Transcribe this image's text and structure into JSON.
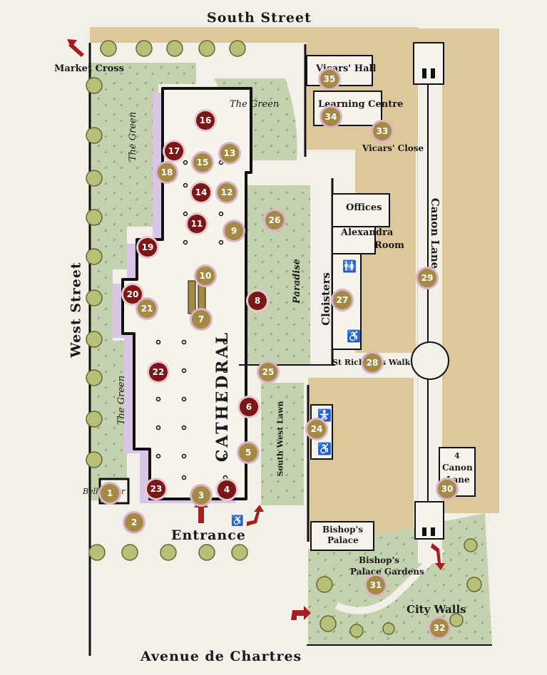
{
  "map": {
    "streets": {
      "north": "South Street",
      "west": "West Street",
      "south": "Avenue de Chartres",
      "east": "Canon Lane"
    },
    "labels": {
      "market_cross": "Market Cross",
      "green_west_upper": "The Green",
      "green_west_lower": "The Green",
      "green_north": "The Green",
      "vicars_hall": "Vicars' Hall",
      "learning_centre": "Learning Centre",
      "vicars_close": "Vicars' Close",
      "offices": "Offices",
      "alexandra_room_1": "Alexandra",
      "alexandra_room_2": "Room",
      "paradise": "Paradise",
      "cloisters": "Cloisters",
      "cathedral": "CATHEDRAL",
      "south_west_lawn": "South West Lawn",
      "st_richards_walk": "St Richard's Walk",
      "bell_tower": "Bell Tower",
      "entrance": "Entrance",
      "bishops_palace_1": "Bishop's",
      "bishops_palace_2": "Palace",
      "bishops_gardens_1": "Bishop's",
      "bishops_gardens_2": "Palace Gardens",
      "city_walls": "City Walls",
      "four_canon_lane_1": "4",
      "four_canon_lane_2": "Canon",
      "four_canon_lane_3": "Lane"
    },
    "markers": [
      {
        "id": "m1",
        "label": "1",
        "type": "gold"
      },
      {
        "id": "m2",
        "label": "2",
        "type": "gold"
      },
      {
        "id": "m3",
        "label": "3",
        "type": "gold"
      },
      {
        "id": "m4",
        "label": "4",
        "type": "red"
      },
      {
        "id": "m5",
        "label": "5",
        "type": "gold"
      },
      {
        "id": "m6",
        "label": "6",
        "type": "red"
      },
      {
        "id": "m7",
        "label": "7",
        "type": "gold"
      },
      {
        "id": "m8",
        "label": "8",
        "type": "red"
      },
      {
        "id": "m9",
        "label": "9",
        "type": "gold"
      },
      {
        "id": "m10",
        "label": "10",
        "type": "gold"
      },
      {
        "id": "m11",
        "label": "11",
        "type": "red"
      },
      {
        "id": "m12",
        "label": "12",
        "type": "gold"
      },
      {
        "id": "m13",
        "label": "13",
        "type": "gold"
      },
      {
        "id": "m14",
        "label": "14",
        "type": "red"
      },
      {
        "id": "m15",
        "label": "15",
        "type": "gold"
      },
      {
        "id": "m16",
        "label": "16",
        "type": "red"
      },
      {
        "id": "m17",
        "label": "17",
        "type": "red"
      },
      {
        "id": "m18",
        "label": "18",
        "type": "gold"
      },
      {
        "id": "m19",
        "label": "19",
        "type": "red"
      },
      {
        "id": "m20",
        "label": "20",
        "type": "red"
      },
      {
        "id": "m21",
        "label": "21",
        "type": "gold"
      },
      {
        "id": "m22",
        "label": "22",
        "type": "red"
      },
      {
        "id": "m23",
        "label": "23",
        "type": "red"
      },
      {
        "id": "m24",
        "label": "24",
        "type": "gold"
      },
      {
        "id": "m25",
        "label": "25",
        "type": "gold"
      },
      {
        "id": "m26",
        "label": "26",
        "type": "gold"
      },
      {
        "id": "m27",
        "label": "27",
        "type": "gold"
      },
      {
        "id": "m28",
        "label": "28",
        "type": "gold"
      },
      {
        "id": "m29",
        "label": "29",
        "type": "gold"
      },
      {
        "id": "m30",
        "label": "30",
        "type": "gold"
      },
      {
        "id": "m31",
        "label": "31",
        "type": "gold"
      },
      {
        "id": "m32",
        "label": "32",
        "type": "gold"
      },
      {
        "id": "m33",
        "label": "33",
        "type": "gold"
      },
      {
        "id": "m34",
        "label": "34",
        "type": "gold"
      },
      {
        "id": "m35",
        "label": "35",
        "type": "gold"
      }
    ],
    "icons": [
      "toilets-icon",
      "baby-change-icon",
      "accessible-icon",
      "direction-arrow-icon",
      "bell-tower-gate-icon"
    ],
    "colors": {
      "grass": "#c5d2b0",
      "sand": "#ddc89c",
      "paving": "#f3f0ea",
      "shadow": "#d9c6e6",
      "marker_gold": "#a48a45",
      "marker_red": "#7b1717",
      "tree": "#b8c078",
      "arrow": "#a61e22"
    }
  }
}
